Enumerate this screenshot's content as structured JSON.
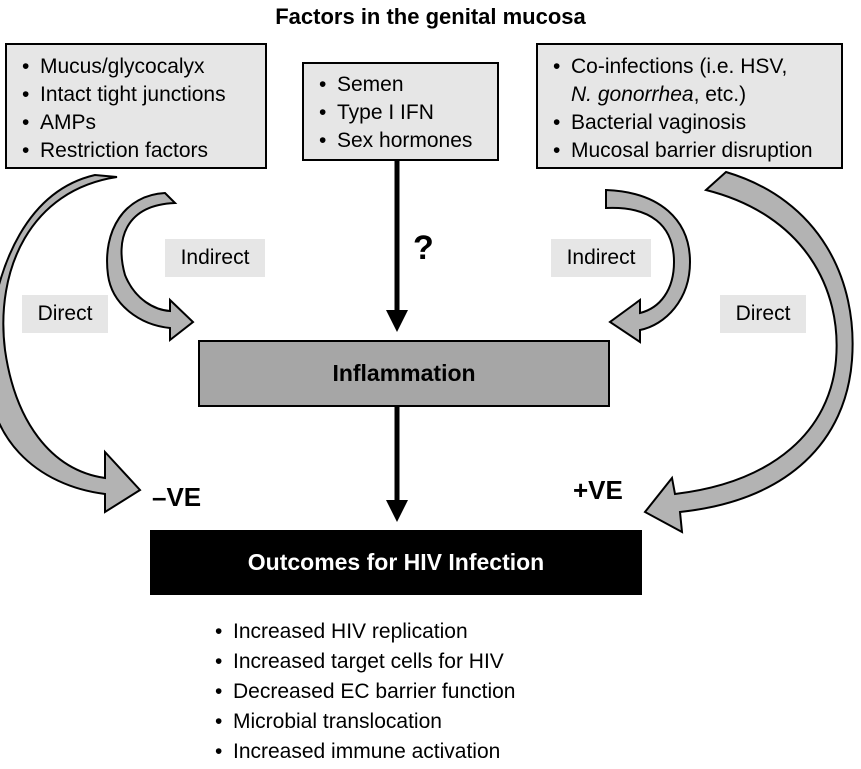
{
  "title": "Factors in the genital mucosa",
  "boxes": {
    "left": {
      "items": [
        "Mucus/glycocalyx",
        "Intact tight junctions",
        "AMPs",
        "Restriction factors"
      ]
    },
    "middle": {
      "items": [
        "Semen",
        "Type I IFN",
        "Sex hormones"
      ]
    },
    "right": {
      "item1_line1": "Co-infections (i.e. HSV,",
      "item1_line2_italic": "N. gonorrhea",
      "item1_line2_rest": ", etc.)",
      "items": [
        "Bacterial vaginosis",
        "Mucosal barrier disruption"
      ]
    }
  },
  "labels": {
    "indirect_left": "Indirect",
    "direct_left": "Direct",
    "indirect_right": "Indirect",
    "direct_right": "Direct",
    "question": "?"
  },
  "inflammation": "Inflammation",
  "signs": {
    "negative": "–VE",
    "positive": "+VE"
  },
  "outcome_title": "Outcomes for HIV Infection",
  "outcomes": [
    "Increased HIV replication",
    "Increased target cells for HIV",
    "Decreased EC barrier function",
    "Microbial translocation",
    "Increased immune activation"
  ],
  "colors": {
    "box_fill": "#e6e6e6",
    "inflammation_fill": "#a6a6a6",
    "arrow_fill": "#b3b3b3",
    "outcome_fill": "#000000",
    "outcome_text": "#ffffff"
  }
}
